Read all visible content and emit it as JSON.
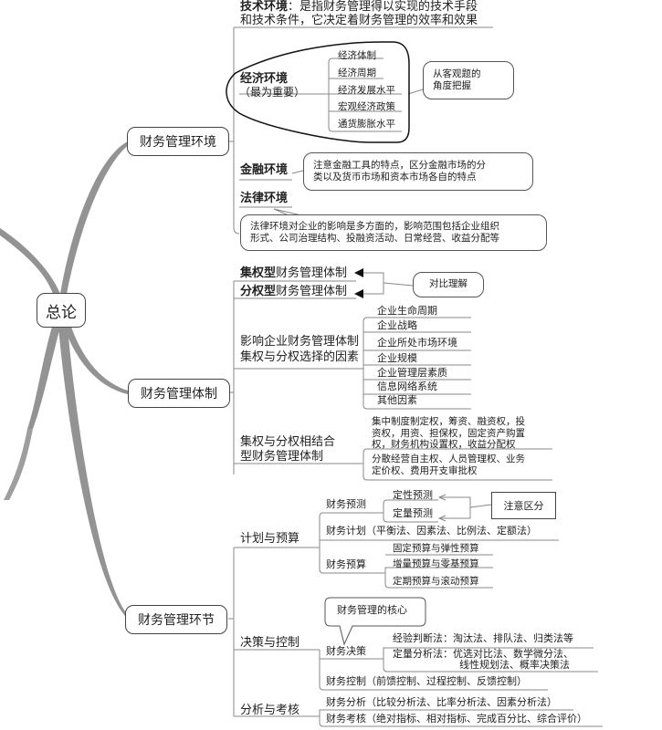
{
  "root": {
    "label": "总论"
  },
  "branches": [
    {
      "label": "财务管理环境",
      "children": {
        "tech": {
          "title": "技术环境",
          "text1": "：是指财务管理得以实现的技术手段",
          "text2": "和技术条件，它决定着财务管理的效率和效果"
        },
        "econ": {
          "title": "经济环境",
          "subtitle": "（最为重要）",
          "items": [
            "经济体制",
            "经济周期",
            "经济发展水平",
            "宏观经济政策",
            "通货膨胀水平"
          ],
          "note": [
            "从客观题的",
            "角度把握"
          ]
        },
        "finance": {
          "title": "金融环境",
          "note": [
            "注意金融工具的特点，区分金融市场的分",
            "类以及货币市场和资本市场各自的特点"
          ]
        },
        "law": {
          "title": "法律环境",
          "note": [
            "法律环境对企业的影响是多方面的，影响范围包括企业组织",
            "形式、公司治理结构、投融资活动、日常经营、收益分配等"
          ]
        }
      }
    },
    {
      "label": "财务管理体制",
      "children": {
        "centralized": {
          "bold": "集权型",
          "rest": "财务管理体制"
        },
        "decentralized": {
          "bold": "分权型",
          "rest": "财务管理体制"
        },
        "compare_note": "对比理解",
        "factors": {
          "title1": "影响企业财务管理体制",
          "title2": "集权与分权选择的因素",
          "items": [
            "企业生命周期",
            "企业战略",
            "企业所处市场环境",
            "企业规模",
            "企业管理层素质",
            "信息网络系统",
            "其他因素"
          ]
        },
        "combined": {
          "title1": "集权与分权相结合",
          "title2": "型财务管理体制",
          "central": [
            "集中制度制定权，筹资、融资权，投",
            "资权，用资、担保权，固定资产购置",
            "权，财务机构设置权，收益分配权"
          ],
          "dispersed": [
            "分散经营自主权、人员管理权、业务",
            "定价权、费用开支审批权"
          ]
        }
      }
    },
    {
      "label": "财务管理环节",
      "children": {
        "plan": {
          "title": "计划与预算",
          "forecast": {
            "label": "财务预测",
            "items": [
              "定性预测",
              "定量预测"
            ],
            "note": "注意区分"
          },
          "plan_line": "财务计划（平衡法、因素法、比例法、定额法）",
          "budget": {
            "label": "财务预算",
            "items": [
              "固定预算与弹性预算",
              "增量预算与零基预算",
              "定期预算与滚动预算"
            ]
          }
        },
        "decision": {
          "title": "决策与控制",
          "core_note": "财务管理的核心",
          "decide": {
            "label": "财务决策",
            "exp": "经验判断法：淘汰法、排队法、归类法等",
            "quant1": "定量分析法：优选对比法、数学微分法、",
            "quant2": "线性规划法、概率决策法"
          },
          "control": "财务控制（前馈控制、过程控制、反馈控制）"
        },
        "analysis": {
          "title": "分析与考核",
          "items": [
            "财务分析（比较分析法、比率分析法、因素分析法）",
            "财务考核（绝对指标、相对指标、完成百分比、综合评价）"
          ]
        }
      }
    }
  ],
  "colors": {
    "trunk": "#939393",
    "line": "#777777",
    "text": "#222222"
  }
}
